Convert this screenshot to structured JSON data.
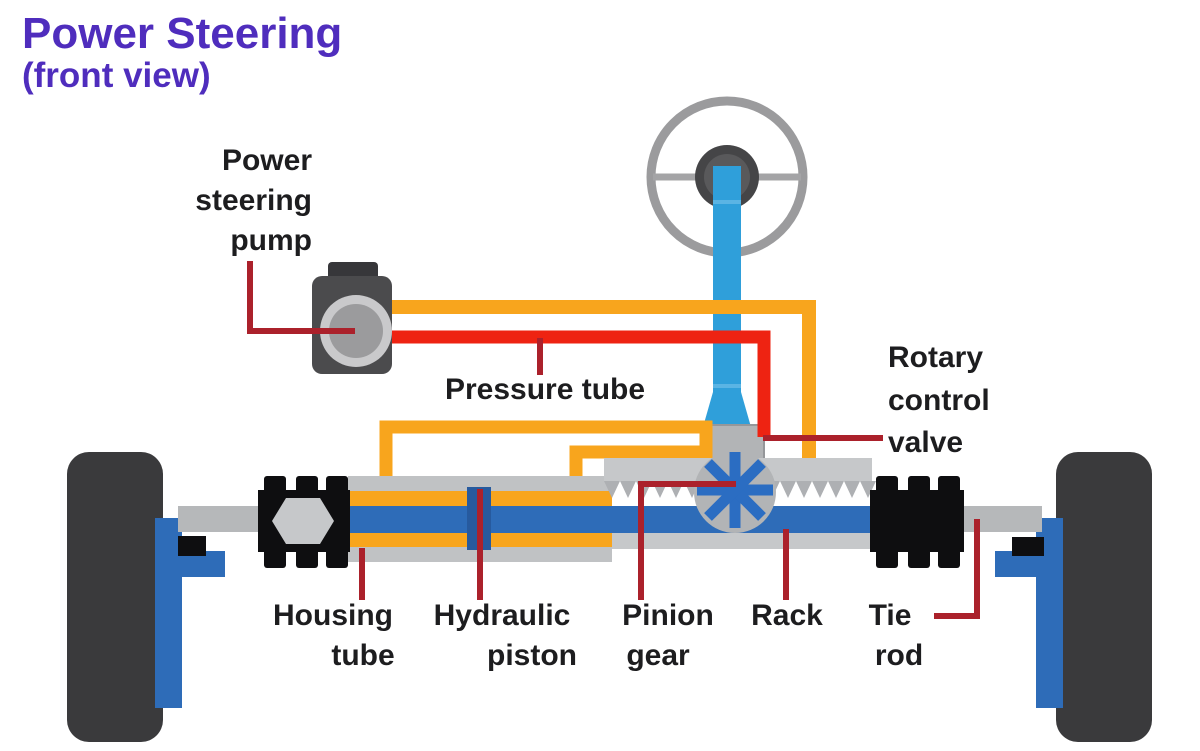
{
  "title": {
    "main": "Power Steering",
    "sub": "(front view)"
  },
  "labels": {
    "pump": [
      "Power",
      "steering",
      "pump"
    ],
    "pressure_tube": "Pressure tube",
    "valve": [
      "Rotary",
      "control",
      "valve"
    ],
    "housing_tube": [
      "Housing",
      "tube"
    ],
    "hydraulic_piston": [
      "Hydraulic",
      "piston"
    ],
    "pinion_gear": [
      "Pinion",
      "gear"
    ],
    "rack": "Rack",
    "tie_rod": [
      "Tie",
      "rod"
    ]
  },
  "colors": {
    "title": "#4f2dbd",
    "label_text": "#1d1d1f",
    "pointer_line": "#ab212b",
    "pressure_red": "#ee2312",
    "tube_orange": "#f8a51d",
    "column_blue": "#2f9fda",
    "rack_blue": "#2e6cb8",
    "pinion_blue": "#2b6dc2",
    "housing_gray": "#c0c2c4",
    "wheel_dark": "#3a3a3c"
  }
}
